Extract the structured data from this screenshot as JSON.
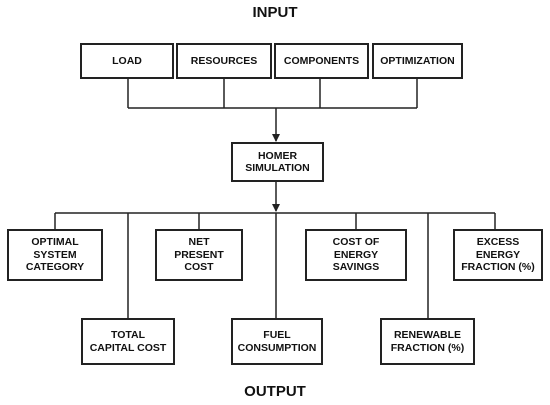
{
  "titles": {
    "input": "INPUT",
    "output": "OUTPUT"
  },
  "inputs": [
    "LOAD",
    "RESOURCES",
    "COMPONENTS",
    "OPTIMIZATION"
  ],
  "center": "HOMER\nSIMULATION",
  "outputs": {
    "optimal_system_category": "OPTIMAL\nSYSTEM\nCATEGORY",
    "net_present_cost": "NET\nPRESENT\nCOST",
    "cost_of_energy_savings": "COST OF\nENERGY\nSAVINGS",
    "excess_energy_fraction": "EXCESS\nENERGY\nFRACTION (%)",
    "total_capital_cost": "TOTAL\nCAPITAL COST",
    "fuel_consumption": "FUEL\nCONSUMPTION",
    "renewable_fraction": "RENEWABLE\nFRACTION (%)"
  }
}
